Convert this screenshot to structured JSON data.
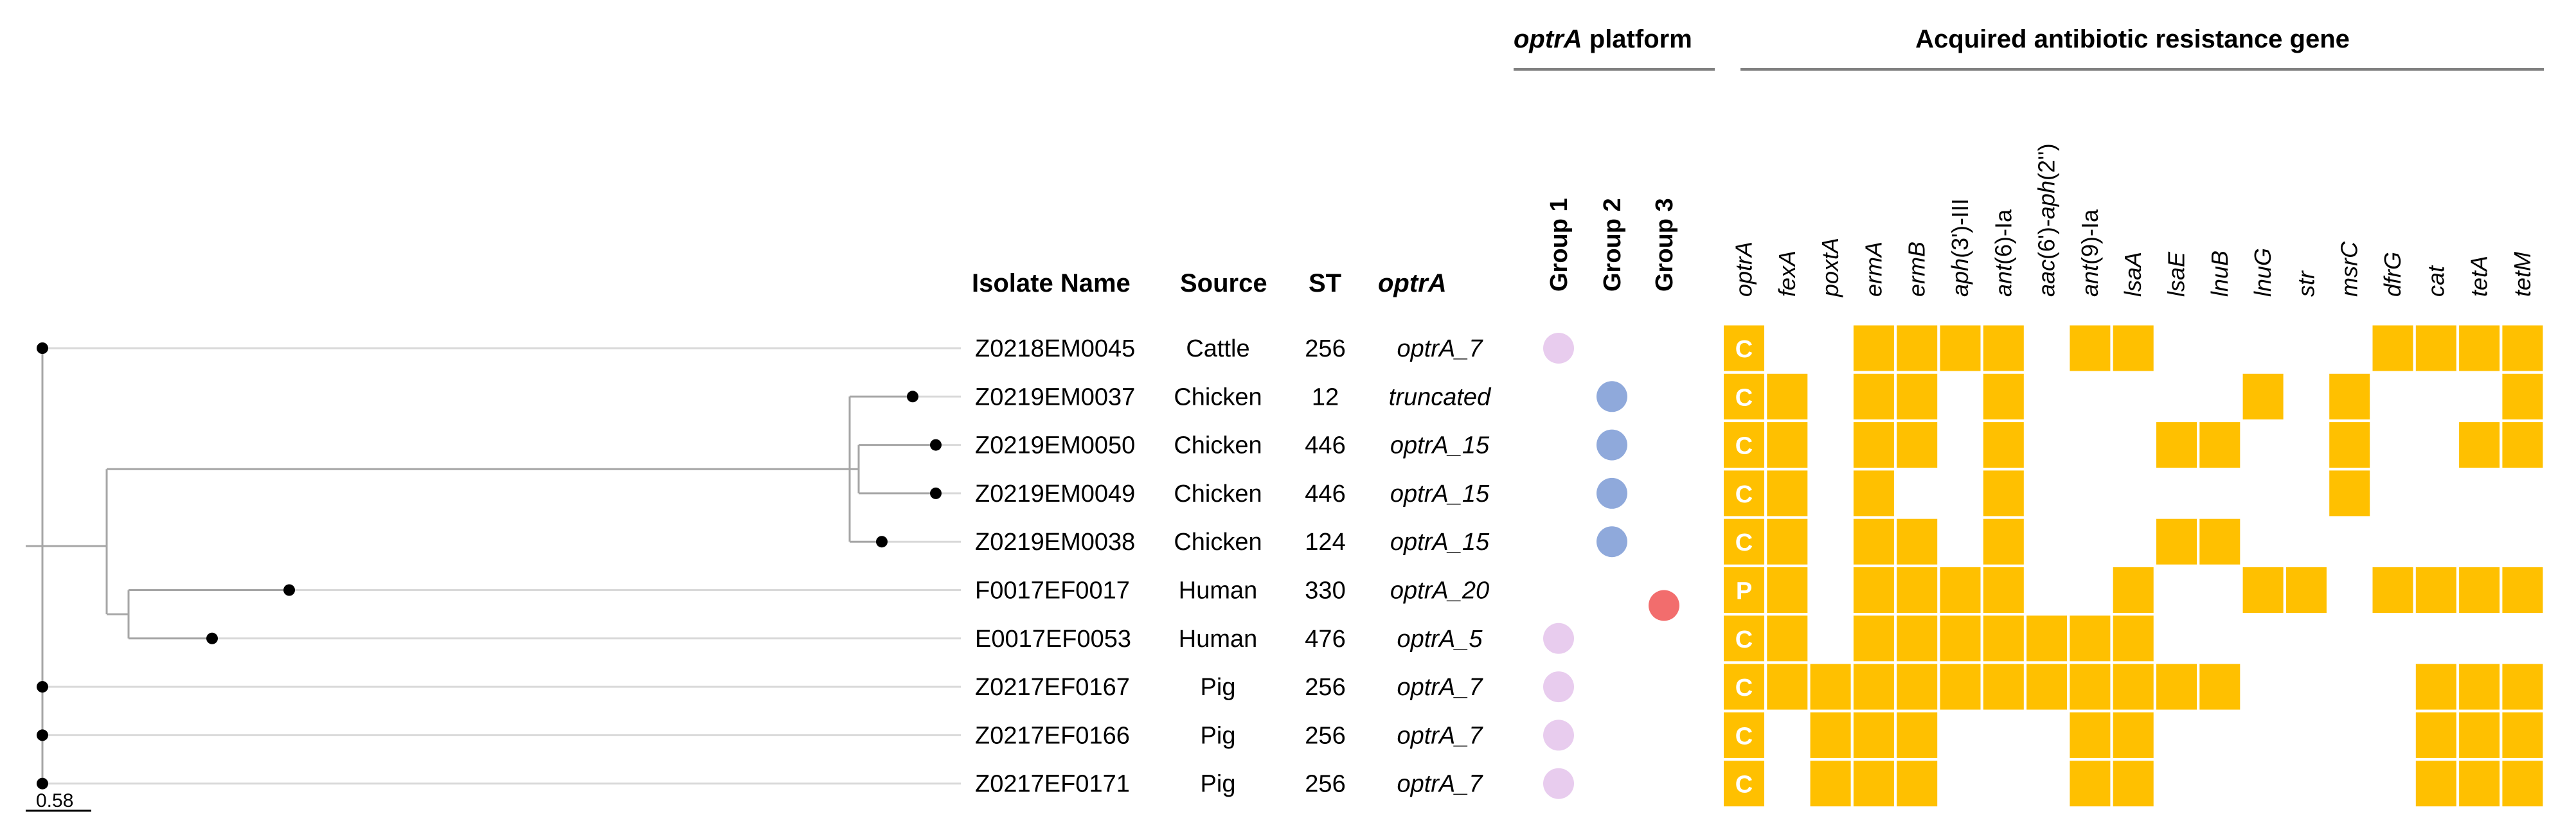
{
  "headers": {
    "platform_title_italic": "optrA",
    "platform_title_rest": " platform",
    "resistance_title": "Acquired antibiotic resistance gene",
    "isolate_name": "Isolate Name",
    "source": "Source",
    "st": "ST",
    "optrA": "optrA"
  },
  "groups": [
    "Group 1",
    "Group 2",
    "Group 3"
  ],
  "genes": [
    [
      {
        "t": "optrA",
        "i": true
      }
    ],
    [
      {
        "t": "fexA",
        "i": true
      }
    ],
    [
      {
        "t": "poxtA",
        "i": true
      }
    ],
    [
      {
        "t": "ermA",
        "i": true
      }
    ],
    [
      {
        "t": "ermB",
        "i": true
      }
    ],
    [
      {
        "t": "aph",
        "i": true
      },
      {
        "t": "(3')-III",
        "i": false
      }
    ],
    [
      {
        "t": "ant",
        "i": true
      },
      {
        "t": "(6)-Ia",
        "i": false
      }
    ],
    [
      {
        "t": "aac",
        "i": true
      },
      {
        "t": "(6')-",
        "i": false
      },
      {
        "t": "aph",
        "i": true
      },
      {
        "t": "(2'')",
        "i": false
      }
    ],
    [
      {
        "t": "ant",
        "i": true
      },
      {
        "t": "(9)-Ia",
        "i": false
      }
    ],
    [
      {
        "t": "lsaA",
        "i": true
      }
    ],
    [
      {
        "t": "lsaE",
        "i": true
      }
    ],
    [
      {
        "t": "lnuB",
        "i": true
      }
    ],
    [
      {
        "t": "lnuG",
        "i": true
      }
    ],
    [
      {
        "t": "str",
        "i": true
      }
    ],
    [
      {
        "t": "msrC",
        "i": true
      }
    ],
    [
      {
        "t": "dfrG",
        "i": true
      }
    ],
    [
      {
        "t": "cat",
        "i": true
      }
    ],
    [
      {
        "t": "tetA",
        "i": true
      }
    ],
    [
      {
        "t": "tetM",
        "i": true
      }
    ]
  ],
  "isolates": [
    {
      "name": "Z0218EM0045",
      "source": "Cattle",
      "st": "256",
      "optrA": "optrA_7",
      "group": 1,
      "optr_letter": "C",
      "genes": [
        1,
        0,
        0,
        1,
        1,
        1,
        1,
        0,
        1,
        1,
        0,
        0,
        0,
        0,
        0,
        1,
        1,
        1,
        1
      ]
    },
    {
      "name": "Z0219EM0037",
      "source": "Chicken",
      "st": "12",
      "optrA": "truncated",
      "group": 2,
      "optr_letter": "C",
      "genes": [
        1,
        1,
        0,
        1,
        1,
        0,
        1,
        0,
        0,
        0,
        0,
        0,
        1,
        0,
        1,
        0,
        0,
        0,
        1
      ]
    },
    {
      "name": "Z0219EM0050",
      "source": "Chicken",
      "st": "446",
      "optrA": "optrA_15",
      "group": 2,
      "optr_letter": "C",
      "genes": [
        1,
        1,
        0,
        1,
        1,
        0,
        1,
        0,
        0,
        0,
        1,
        1,
        0,
        0,
        1,
        0,
        0,
        1,
        1
      ]
    },
    {
      "name": "Z0219EM0049",
      "source": "Chicken",
      "st": "446",
      "optrA": "optrA_15",
      "group": 2,
      "optr_letter": "C",
      "genes": [
        1,
        1,
        0,
        1,
        0,
        0,
        1,
        0,
        0,
        0,
        0,
        0,
        0,
        0,
        1,
        0,
        0,
        0,
        0
      ]
    },
    {
      "name": "Z0219EM0038",
      "source": "Chicken",
      "st": "124",
      "optrA": "optrA_15",
      "group": 2,
      "optr_letter": "C",
      "genes": [
        1,
        1,
        0,
        1,
        1,
        0,
        1,
        0,
        0,
        0,
        1,
        1,
        0,
        0,
        0,
        0,
        0,
        0,
        0
      ]
    },
    {
      "name": "F0017EF0017",
      "source": "Human",
      "st": "330",
      "optrA": "optrA_20",
      "group": 3,
      "optr_letter": "P",
      "genes": [
        1,
        1,
        0,
        1,
        1,
        1,
        1,
        0,
        0,
        1,
        0,
        0,
        1,
        1,
        0,
        1,
        1,
        1,
        1
      ]
    },
    {
      "name": "E0017EF0053",
      "source": "Human",
      "st": "476",
      "optrA": "optrA_5",
      "group": 1,
      "optr_letter": "C",
      "genes": [
        1,
        1,
        0,
        1,
        1,
        1,
        1,
        1,
        1,
        1,
        0,
        0,
        0,
        0,
        0,
        0,
        0,
        0,
        0
      ]
    },
    {
      "name": "Z0217EF0167",
      "source": "Pig",
      "st": "256",
      "optrA": "optrA_7",
      "group": 1,
      "optr_letter": "C",
      "genes": [
        1,
        1,
        1,
        1,
        1,
        1,
        1,
        1,
        1,
        1,
        1,
        1,
        0,
        0,
        0,
        0,
        1,
        1,
        1
      ]
    },
    {
      "name": "Z0217EF0166",
      "source": "Pig",
      "st": "256",
      "optrA": "optrA_7",
      "group": 1,
      "optr_letter": "C",
      "genes": [
        1,
        0,
        1,
        1,
        1,
        0,
        0,
        0,
        1,
        1,
        0,
        0,
        0,
        0,
        0,
        0,
        1,
        1,
        1
      ]
    },
    {
      "name": "Z0217EF0171",
      "source": "Pig",
      "st": "256",
      "optrA": "optrA_7",
      "group": 1,
      "optr_letter": "C",
      "genes": [
        1,
        0,
        1,
        1,
        1,
        0,
        0,
        0,
        1,
        1,
        0,
        0,
        0,
        0,
        0,
        0,
        1,
        1,
        1
      ]
    }
  ],
  "scale_label": "0.58",
  "colors": {
    "gene_fill": "#FFC000",
    "group1": "#E8CCEE",
    "group2": "#8FA9DB",
    "group3": "#F26D6D",
    "tree_line": "#A6A6A6",
    "row_line": "#D9D9D9",
    "node": "#000000"
  }
}
